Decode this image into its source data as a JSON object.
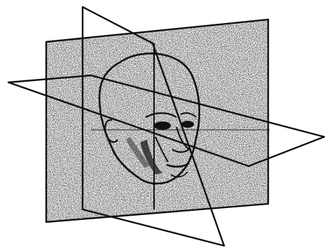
{
  "figure": {
    "depicts": "head-with-three-orthogonal-section-planes",
    "planes": [
      "sagittal-plane",
      "coronal-plane",
      "axial-plane"
    ]
  },
  "colors": {
    "ink": "#111111",
    "background": "#ffffff",
    "stipple": "#3a3a3a"
  }
}
